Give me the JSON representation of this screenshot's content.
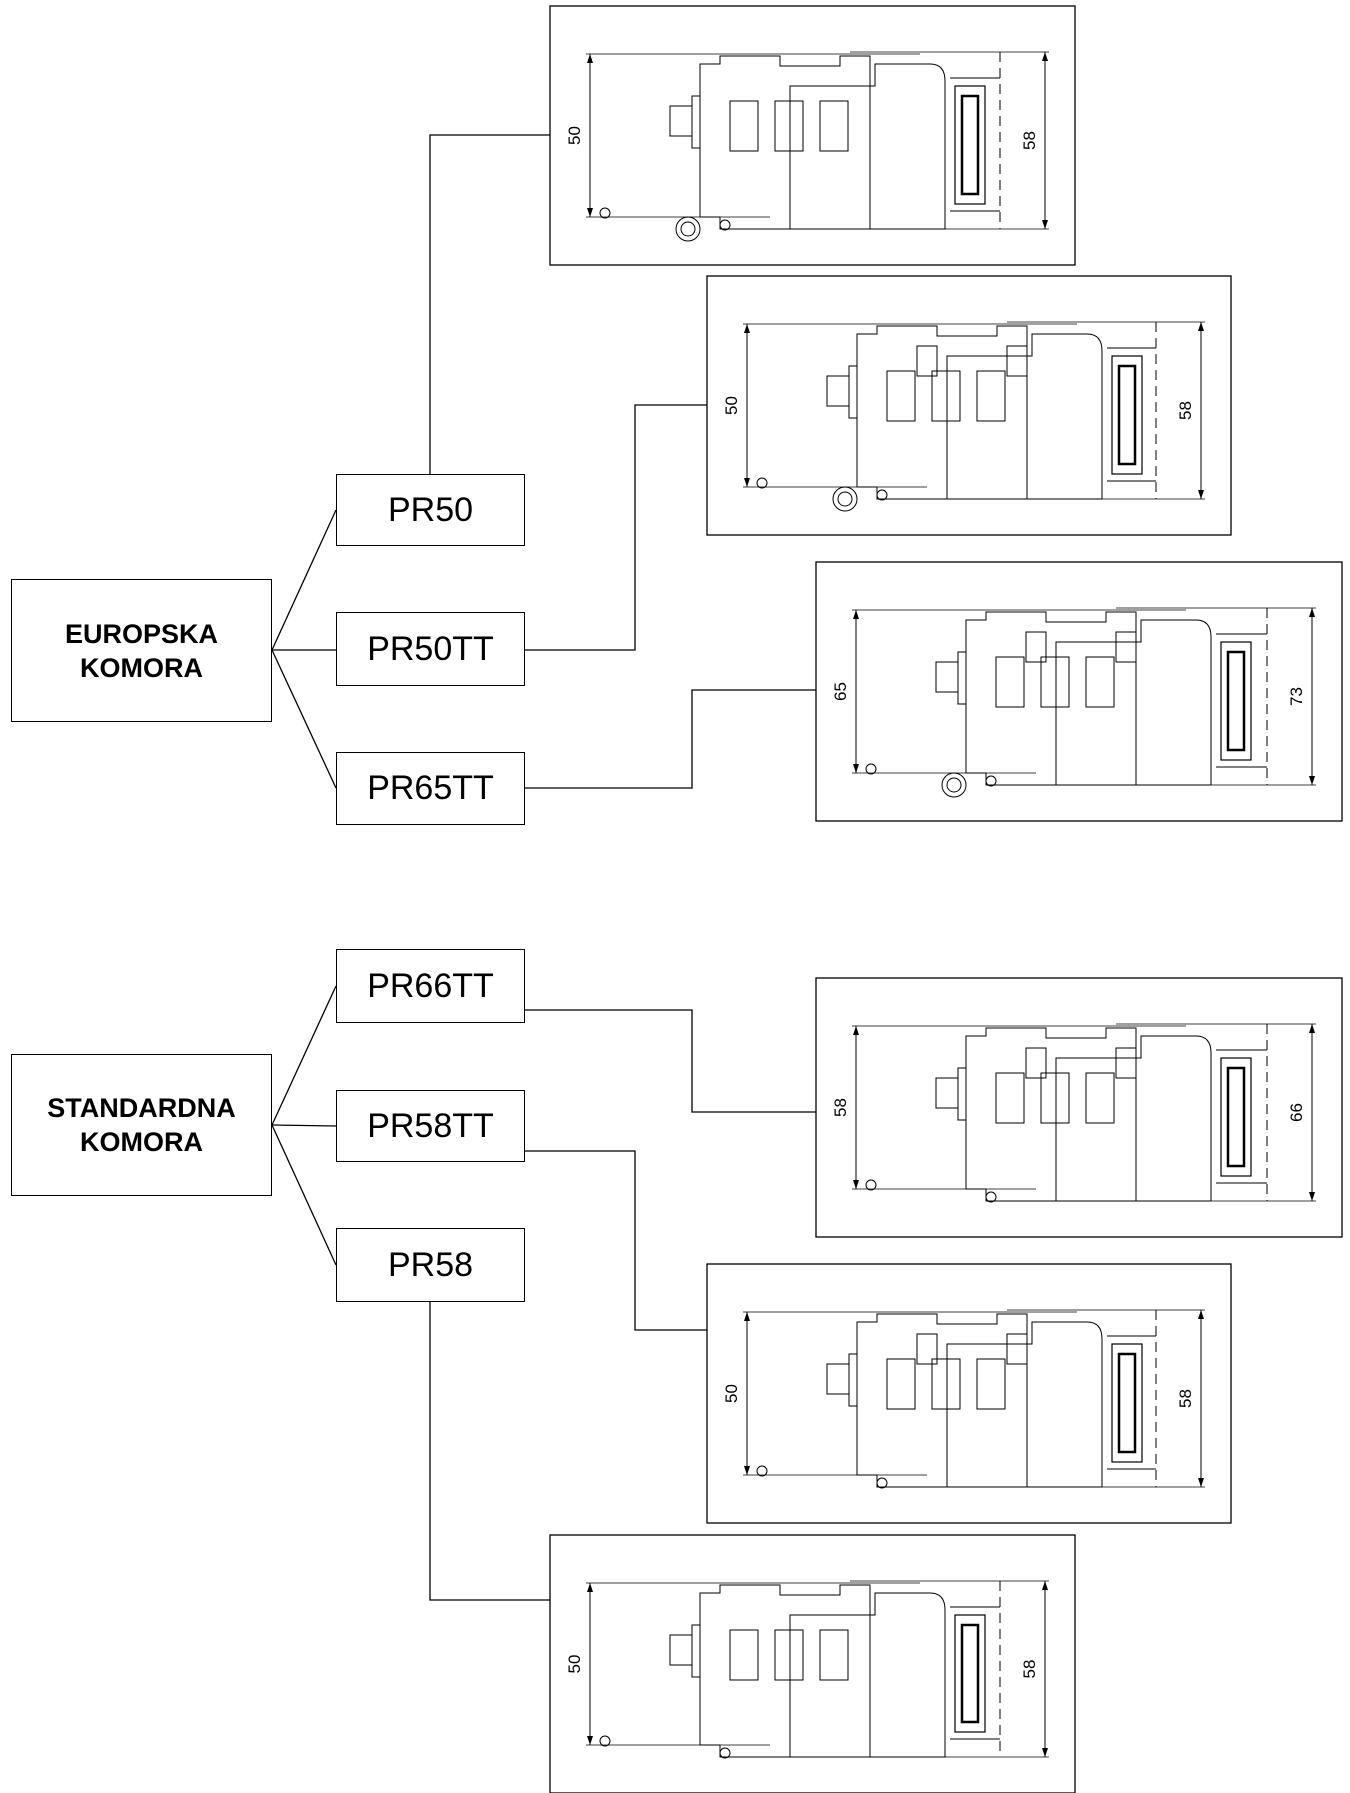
{
  "groups": [
    {
      "name": "EUROPSKA\nKOMORA",
      "series": [
        "PR50",
        "PR50TT",
        "PR65TT"
      ]
    },
    {
      "name": "STANDARDNA\nKOMORA",
      "series": [
        "PR66TT",
        "PR58TT",
        "PR58"
      ]
    }
  ],
  "profiles": [
    {
      "series": "PR50",
      "dim_left": "50",
      "dim_right": "58"
    },
    {
      "series": "PR50TT",
      "dim_left": "50",
      "dim_right": "58"
    },
    {
      "series": "PR65TT",
      "dim_left": "65",
      "dim_right": "73"
    },
    {
      "series": "PR66TT",
      "dim_left": "58",
      "dim_right": "66"
    },
    {
      "series": "PR58TT",
      "dim_left": "50",
      "dim_right": "58"
    },
    {
      "series": "PR58",
      "dim_left": "50",
      "dim_right": "58"
    }
  ]
}
